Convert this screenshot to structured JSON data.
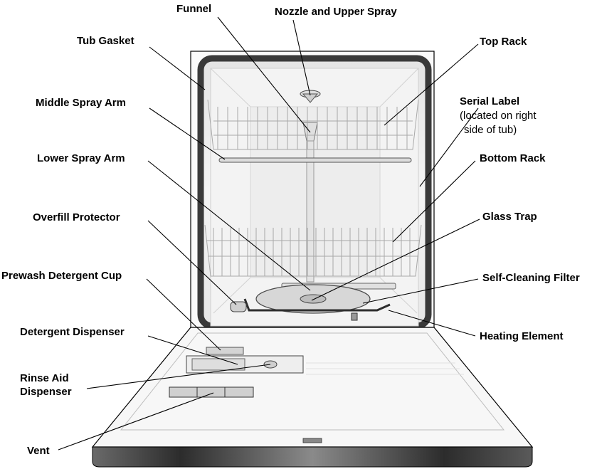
{
  "labels": {
    "funnel": "Funnel",
    "nozzle": "Nozzle and Upper Spray",
    "tub_gasket": "Tub Gasket",
    "top_rack": "Top Rack",
    "middle_spray_arm": "Middle Spray Arm",
    "serial_label": "Serial Label",
    "serial_note_1": "(located on right",
    "serial_note_2": "side of tub)",
    "lower_spray_arm": "Lower Spray Arm",
    "bottom_rack": "Bottom Rack",
    "overfill_protector": "Overfill Protector",
    "glass_trap": "Glass Trap",
    "prewash_cup": "Prewash Detergent Cup",
    "self_cleaning_filter": "Self-Cleaning Filter",
    "heating_element": "Heating Element",
    "detergent_dispenser": "Detergent Dispenser",
    "rinse_aid_1": "Rinse Aid",
    "rinse_aid_2": "Dispenser",
    "vent": "Vent"
  },
  "colors": {
    "gasket": "#3a3a3a",
    "tub_light": "#f1f1f1",
    "door_edge": "#4a4a4a",
    "line": "#000000"
  }
}
